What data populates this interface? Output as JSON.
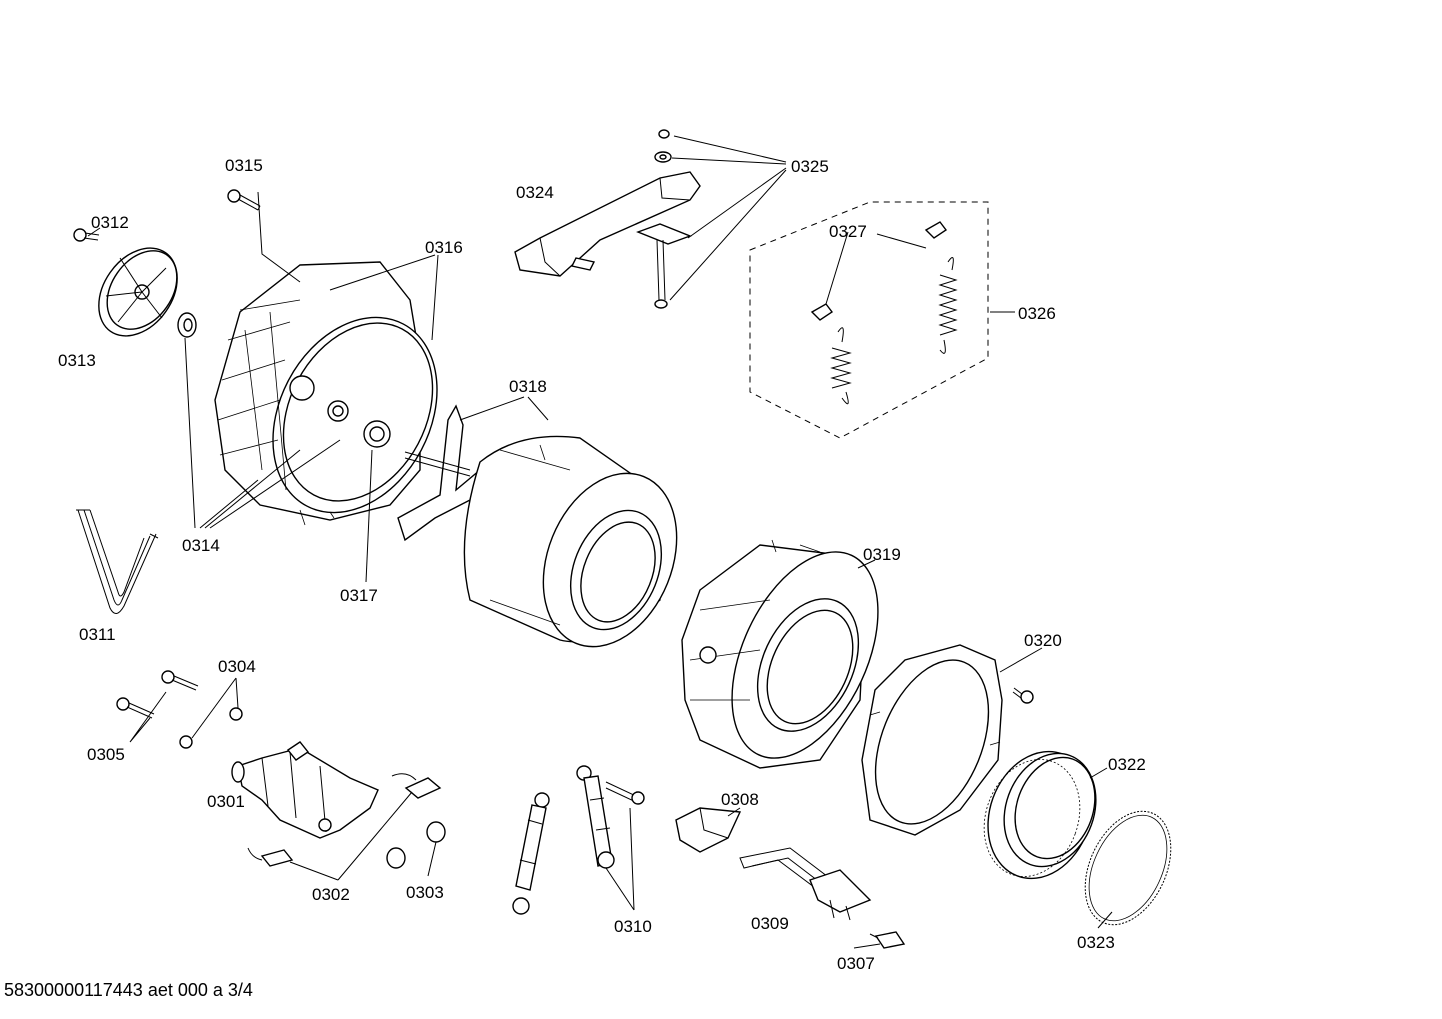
{
  "footer": {
    "text": "58300000117443 aet 000 a 3/4"
  },
  "labels": {
    "p0301": "0301",
    "p0302": "0302",
    "p0303": "0303",
    "p0304": "0304",
    "p0305": "0305",
    "p0307": "0307",
    "p0308": "0308",
    "p0309": "0309",
    "p0310": "0310",
    "p0311": "0311",
    "p0312": "0312",
    "p0313": "0313",
    "p0314": "0314",
    "p0315": "0315",
    "p0316": "0316",
    "p0317": "0317",
    "p0318": "0318",
    "p0319": "0319",
    "p0320": "0320",
    "p0322": "0322",
    "p0323": "0323",
    "p0324": "0324",
    "p0325": "0325",
    "p0326": "0326",
    "p0327": "0327"
  }
}
